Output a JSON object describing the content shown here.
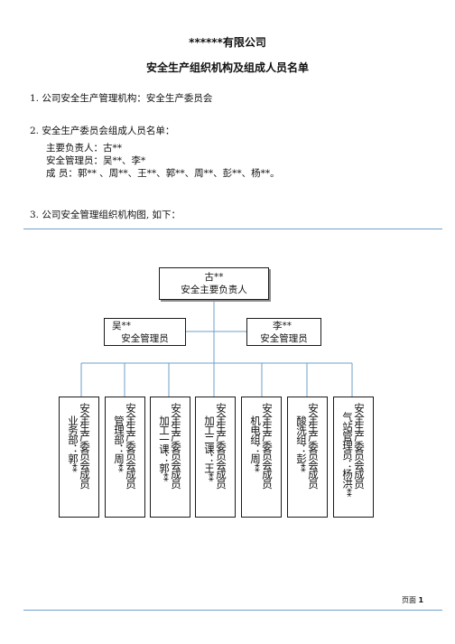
{
  "header": {
    "company": "******有限公司",
    "doc_title": "安全生产组织机构及组成人员名单"
  },
  "sections": {
    "s1": "1. 公司安全生产管理机构：安全生产委员会",
    "s2": "2.   安全生产委员会组成人员名单：",
    "s2_main": "主要负责人：古**",
    "s2_admin": "安全管理员：吴**、李*",
    "s2_members": "成    员：郭** 、周**、王**、郭**、周**、彭**、杨**。",
    "s3": "3. 公司安全管理组织机构图, 如下："
  },
  "org_chart": {
    "top": {
      "name": "古**",
      "role": "安全主要负责人"
    },
    "admins": [
      {
        "name": "吴**",
        "role": "安全管理员"
      },
      {
        "name": "李**",
        "role": "安全管理员"
      }
    ],
    "members": [
      {
        "role": "安全生产委员会成员",
        "dept": "业务部：郭**"
      },
      {
        "role": "安全生产委员会成员",
        "dept": "管理部：周**"
      },
      {
        "role": "安全生产委员会成员",
        "dept": "加工一课：郭**"
      },
      {
        "role": "安全生产委员会成员",
        "dept": "加工二课：王**"
      },
      {
        "role": "安全生产委员会成员",
        "dept": "机电组：周**"
      },
      {
        "role": "安全生产委员会成员",
        "dept": "酸洗组：彭**"
      },
      {
        "role": "安全生产委员会成员",
        "dept": "气站管理员：杨洪**"
      }
    ]
  },
  "footer": {
    "page_label": "页面",
    "page_number": "1"
  }
}
